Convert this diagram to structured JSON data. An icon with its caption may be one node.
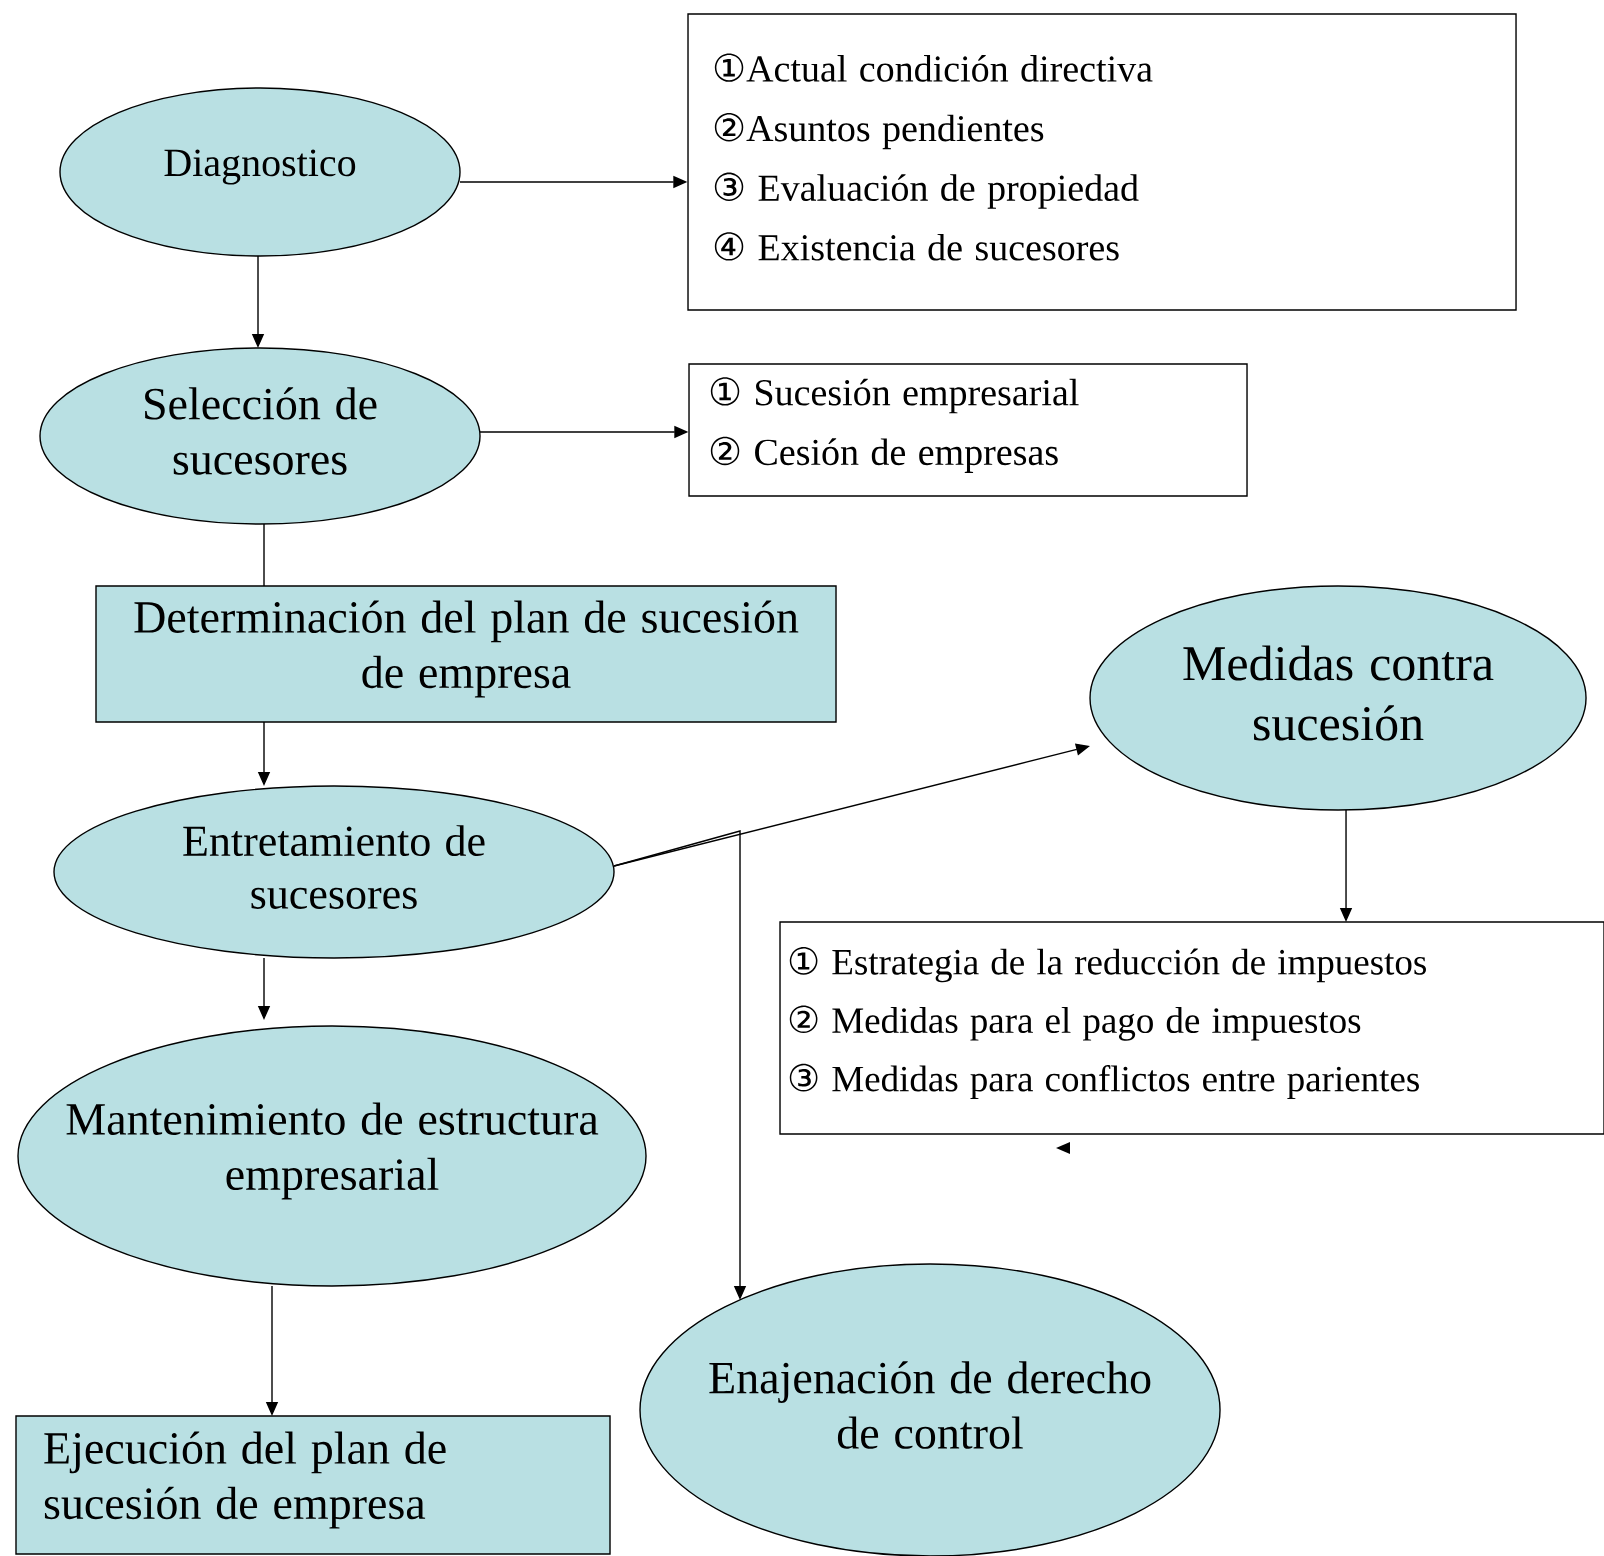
{
  "diagram": {
    "nodes": [
      {
        "text": [
          "Diagnostico"
        ]
      },
      {
        "text": [
          "①Actual condición directiva",
          "②Asuntos pendientes",
          "③ Evaluación de propiedad",
          "④ Existencia de sucesores"
        ]
      },
      {
        "text": [
          "Selección de sucesores"
        ]
      },
      {
        "text": [
          "① Sucesión empresarial",
          "② Cesión de empresas"
        ]
      },
      {
        "text": [
          "Determinación del plan de sucesión de empresa"
        ]
      },
      {
        "text": [
          "Entretamiento de sucesores"
        ]
      },
      {
        "text": [
          "Medidas contra sucesión"
        ]
      },
      {
        "text": [
          "① Estrategia de la reducción de impuestos",
          "② Medidas para el pago de impuestos",
          "③ Medidas para conflictos entre parientes"
        ]
      },
      {
        "text": [
          "Mantenimiento de estructura empresarial"
        ]
      },
      {
        "text": [
          "Ejecución del plan de sucesión de empresa"
        ]
      },
      {
        "text": [
          "Enajenación de derecho de control"
        ]
      }
    ],
    "edges": [
      {
        "from": 0,
        "to": 1,
        "arrow": "to"
      },
      {
        "from": 0,
        "to": 2,
        "arrow": "to"
      },
      {
        "from": 2,
        "to": 3,
        "arrow": "to"
      },
      {
        "from": 2,
        "to": 4,
        "arrow": "none"
      },
      {
        "from": 4,
        "to": 5,
        "arrow": "to"
      },
      {
        "from": 5,
        "to": 6,
        "arrow": "to"
      },
      {
        "from": 5,
        "to": 10,
        "arrow": "to"
      },
      {
        "from": 6,
        "to": 7,
        "arrow": "to"
      },
      {
        "from": 5,
        "to": 8,
        "arrow": "to"
      },
      {
        "from": 8,
        "to": 9,
        "arrow": "to"
      }
    ]
  }
}
